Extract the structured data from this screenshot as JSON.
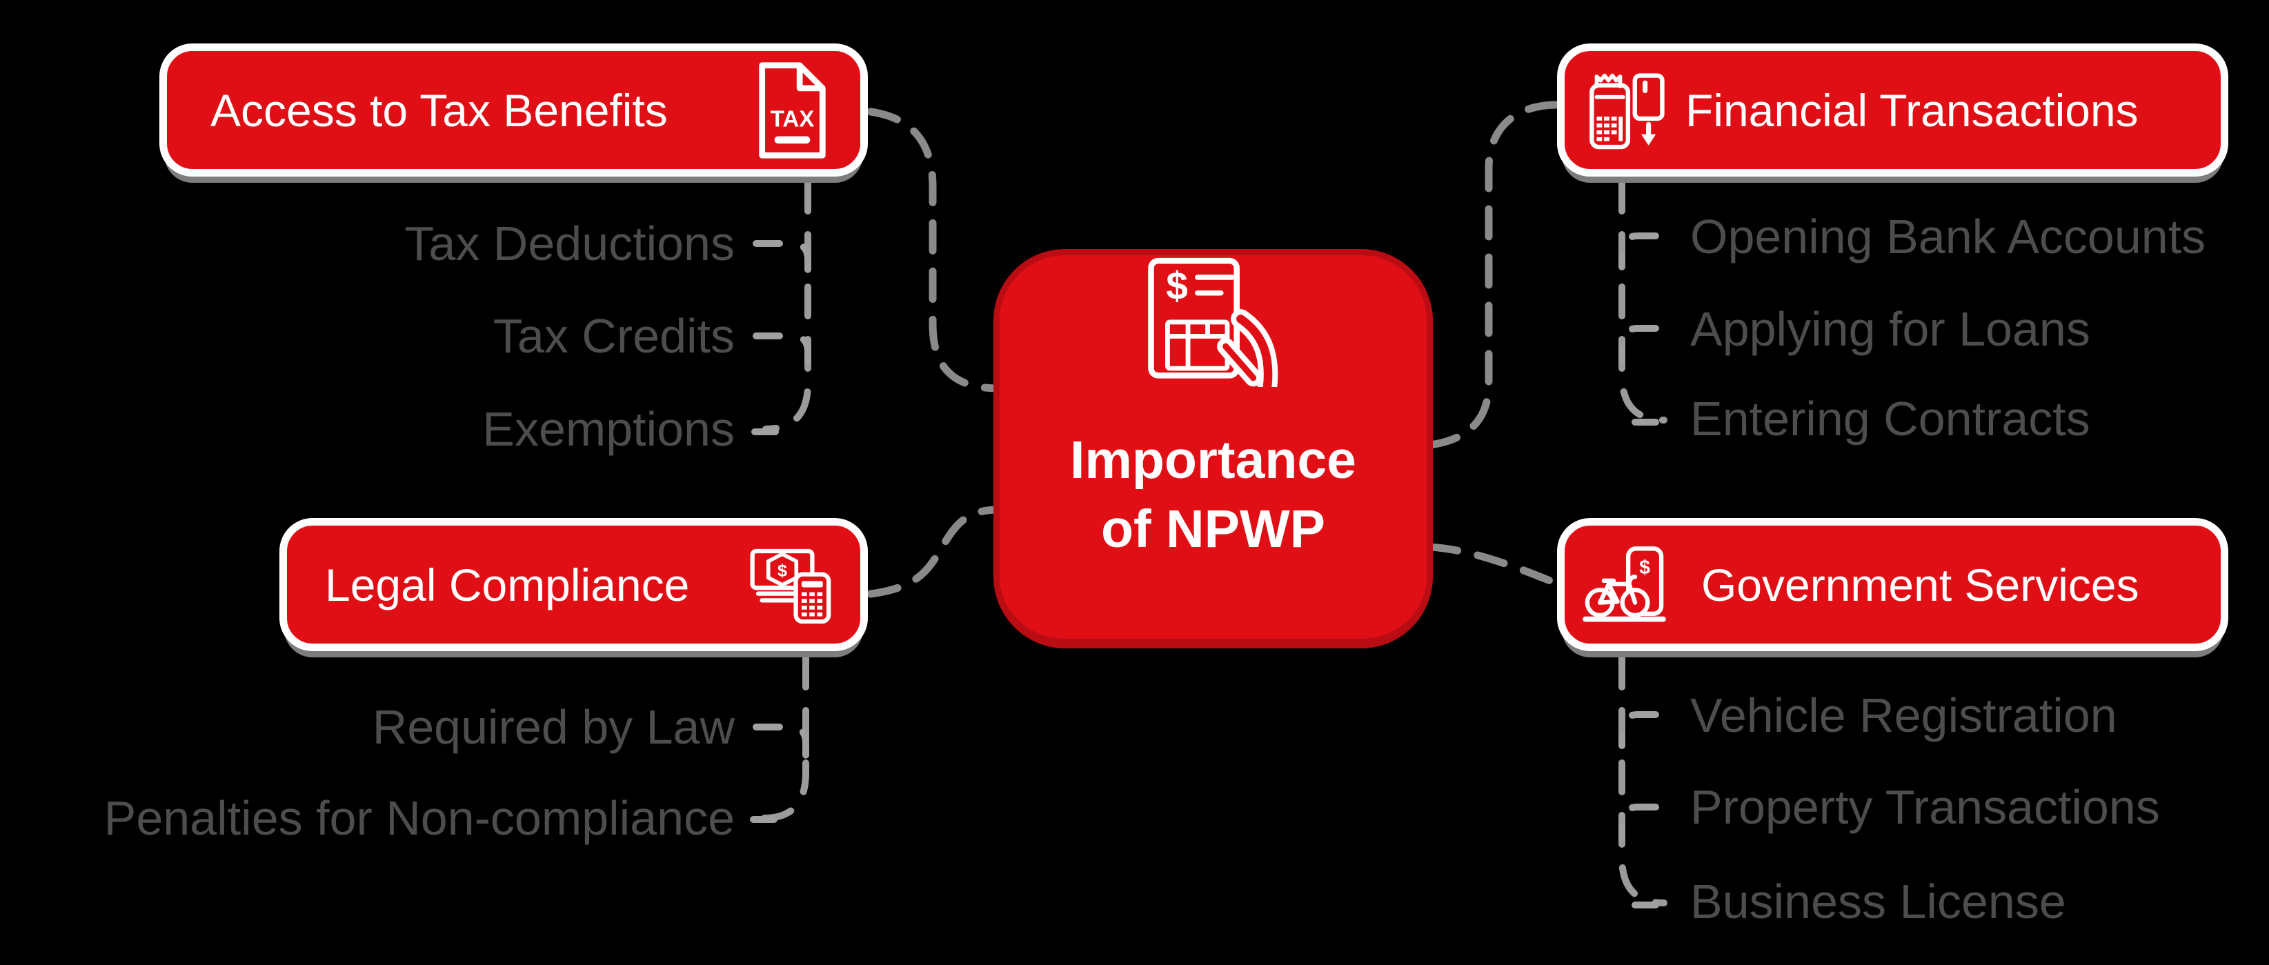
{
  "center": {
    "line1": "Importance",
    "line2": "of NPWP"
  },
  "branches": {
    "tax_benefits": {
      "label": "Access to Tax Benefits",
      "items": [
        "Tax Deductions",
        "Tax Credits",
        "Exemptions"
      ]
    },
    "legal_compliance": {
      "label": "Legal Compliance",
      "items": [
        "Required by Law",
        "Penalties for Non-compliance"
      ]
    },
    "financial_transactions": {
      "label": "Financial Transactions",
      "items": [
        "Opening Bank Accounts",
        "Applying for Loans",
        "Entering Contracts"
      ]
    },
    "government_services": {
      "label": "Government Services",
      "items": [
        "Vehicle Registration",
        "Property Transactions",
        "Business License"
      ]
    }
  },
  "icons": {
    "dollar": "$",
    "tax_label": "TAX"
  },
  "colors": {
    "background": "#000000",
    "node_red": "#e00f16",
    "center_rim_red": "#ba0d13",
    "node_border_white": "#ffffff",
    "label_white": "#ffffff",
    "item_gray": "#4d4d4d",
    "connector_gray": "#8a8a8a",
    "group_line_gray": "#9b9b9b",
    "shadow_gray": "#7d7d7d"
  }
}
